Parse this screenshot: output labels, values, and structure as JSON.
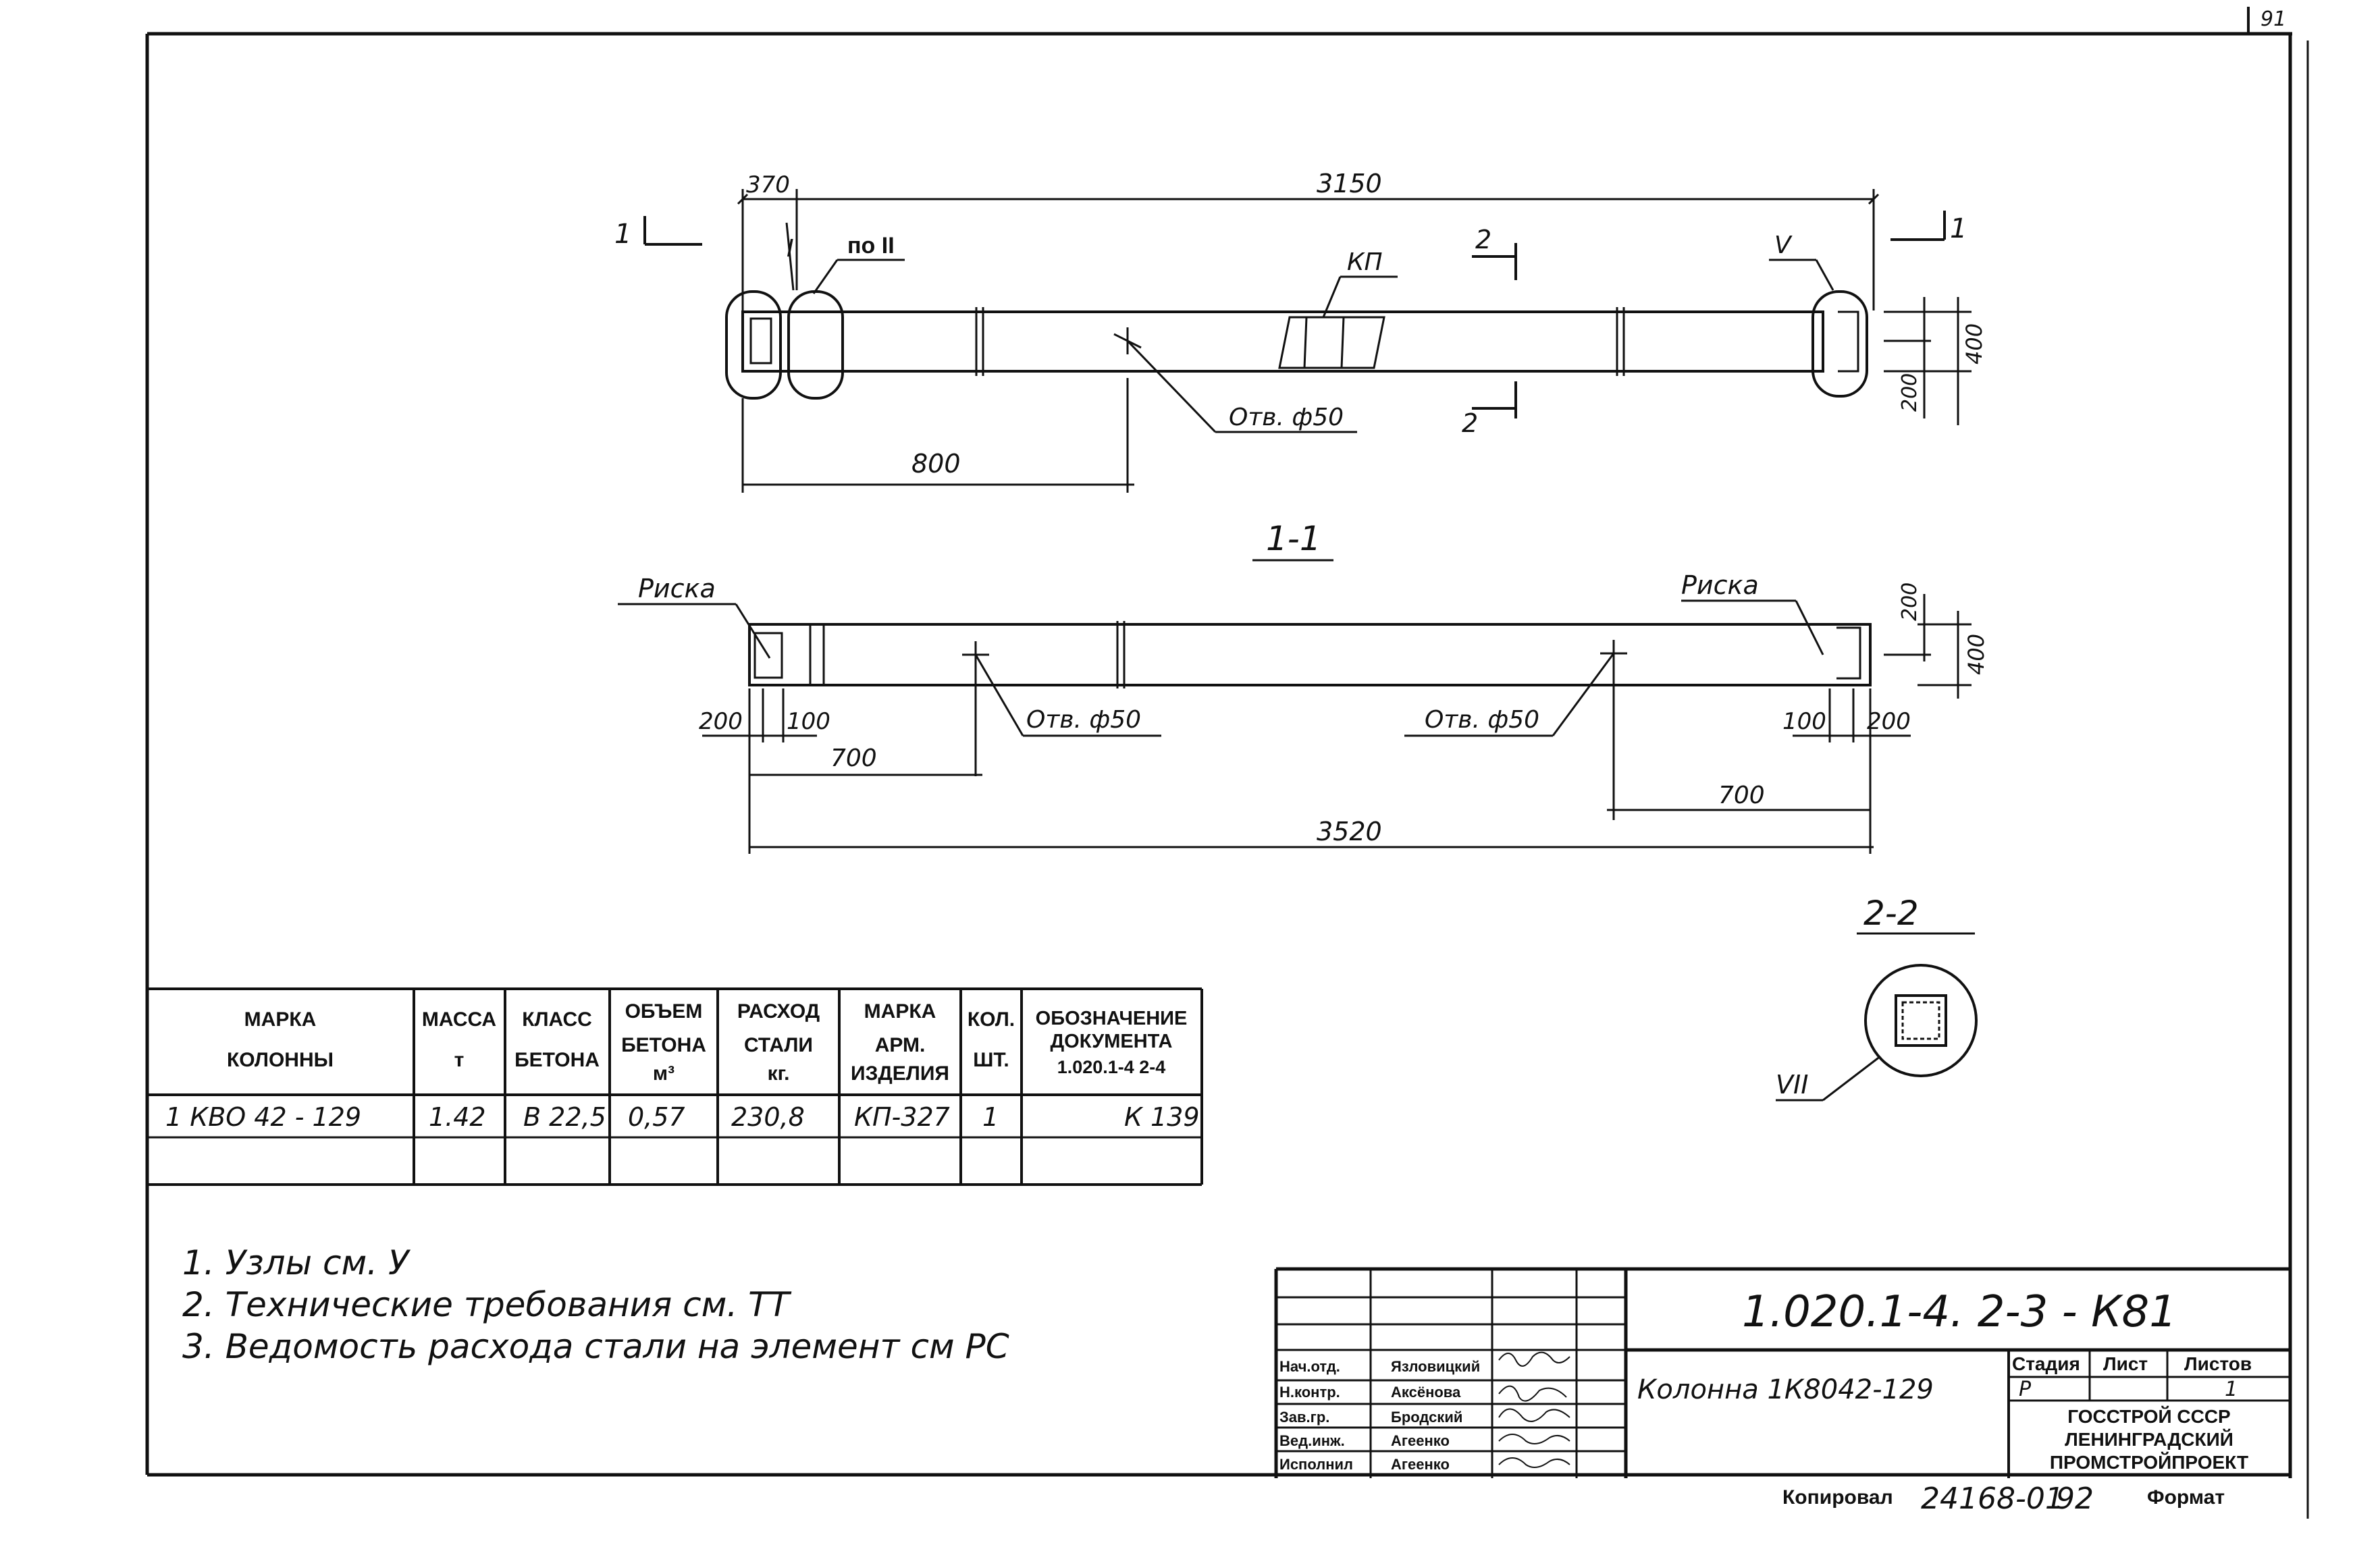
{
  "sheet_number": "91",
  "plan": {
    "dim_total": "3150",
    "dim_end": "370",
    "dim_hole": "800",
    "dim_w1": "400",
    "dim_w2": "200",
    "node_1": "I",
    "node_2": "по II",
    "node_5": "V",
    "kp": "КП",
    "hole": "Отв. ф50",
    "cut_1": "1",
    "cut_2": "2"
  },
  "section_1_1": {
    "title": "1-1",
    "riska": "Риска",
    "dim_200": "200",
    "dim_100": "100",
    "dim_700": "700",
    "dim_total": "3520",
    "dim_w1": "400",
    "dim_w2": "200",
    "hole": "Отв. ф50"
  },
  "section_2_2": {
    "title": "2-2",
    "node": "VII"
  },
  "spec_table": {
    "headers": [
      [
        "МАРКА",
        "КОЛОННЫ"
      ],
      [
        "МАССА",
        "т"
      ],
      [
        "КЛАСС",
        "БЕТОНА"
      ],
      [
        "ОБЪЕМ",
        "БЕТОНА",
        "м³"
      ],
      [
        "РАСХОД",
        "СТАЛИ",
        "кг."
      ],
      [
        "МАРКА",
        "АРМ.",
        "ИЗДЕЛИЯ"
      ],
      [
        "КОЛ.",
        "ШТ."
      ],
      [
        "ОБОЗНАЧЕНИЕ",
        "ДОКУМЕНТА",
        "1.020.1-4  2-4"
      ]
    ],
    "row": [
      "1 КВО 42 - 129",
      "1.42",
      "В 22,5",
      "0,57",
      "230,8",
      "КП-327",
      "1",
      "К 139"
    ]
  },
  "notes": [
    "1. Узлы см. У",
    "2. Технические требования см. ТТ",
    "3. Ведомость расхода стали на элемент см РС"
  ],
  "title_block": {
    "code": "1.020.1-4.  2-3  -  К81",
    "name": "Колонна 1К8042-129",
    "roles": [
      "Нач.отд.",
      "Н.контр.",
      "Зав.гр.",
      "Вед.инж.",
      "Исполнил"
    ],
    "people": [
      "Язловицкий",
      "Аксёнова",
      "Бродский",
      "Агеенко",
      "Агеенко"
    ],
    "stage_label": "Стадия",
    "sheet_label": "Лист",
    "sheets_label": "Листов",
    "stage": "Р",
    "sheets": "1",
    "org": [
      "ГОССТРОЙ СССР",
      "ЛЕНИНГРАДСКИЙ",
      "ПРОМСТРОЙПРОЕКТ"
    ]
  },
  "footer": {
    "copied_label": "Копировал",
    "copied_value": "24168-01",
    "page": "92",
    "format_label": "Формат"
  }
}
